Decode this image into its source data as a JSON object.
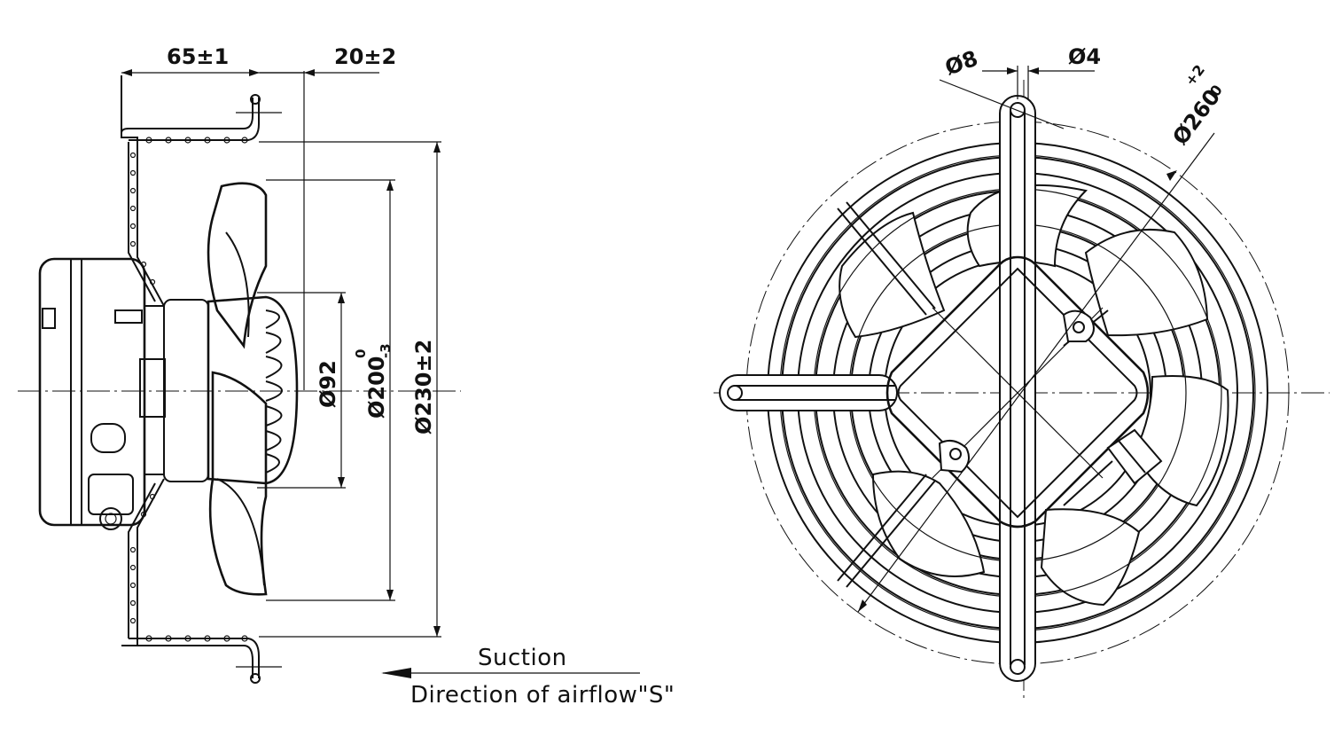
{
  "side_view": {
    "dim_depth": "65±1",
    "dim_offset": "20±2",
    "dim_hub": "Ø92",
    "dim_blade": "Ø200",
    "dim_blade_tol_upper": "0",
    "dim_blade_tol_lower": "-3",
    "dim_guard": "Ø230±2"
  },
  "airflow": {
    "suction_label": "Suction",
    "direction_label": "Direction of airflow\"S\""
  },
  "front_view": {
    "dim_hole_large": "Ø8",
    "dim_hole_small": "Ø4",
    "dim_outer": "Ø260",
    "dim_outer_tol_upper": "+2",
    "dim_outer_tol_lower": "0"
  }
}
